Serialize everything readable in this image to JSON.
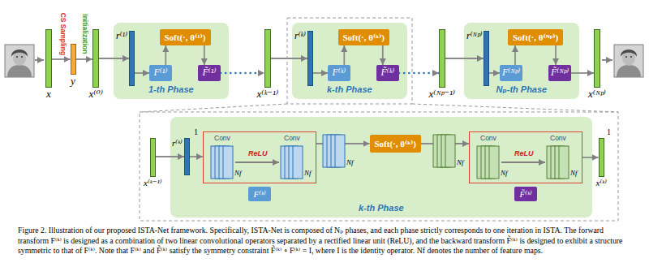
{
  "diagram": {
    "caption": "Figure 2. Illustration of our proposed ISTA-Net framework. Specifically, ISTA-Net is composed of Nₚ phases, and each phase strictly corresponds to one iteration in ISTA. The forward transform F⁽ᵏ⁾ is designed as a combination of two linear convolutional operators separated by a rectified linear unit (ReLU), and the backward transform F̃⁽ᵏ⁾ is designed to exhibit a structure symmetric to that of F⁽ᵏ⁾. Note that F⁽ᵏ⁾ and F̃⁽ᵏ⁾ satisfy the symmetry constraint F̃⁽ᵏ⁾ ∘ F⁽ᵏ⁾ = I, where I is the identity operator. Nf denotes the number of feature maps.",
    "nodes": [
      {
        "text": [
          "x"
        ]
      },
      {
        "text": [
          "y"
        ]
      },
      {
        "text": [
          "x⁽⁰⁾"
        ]
      },
      {
        "text": [
          "1-th Phase"
        ]
      },
      {
        "text": [
          "r⁽¹⁾"
        ],
        "in": 3
      },
      {
        "text": [
          "Soft(·, θ⁽¹⁾)"
        ],
        "in": 3
      },
      {
        "text": [
          "F⁽¹⁾"
        ],
        "in": 3
      },
      {
        "text": [
          "F̃⁽¹⁾"
        ],
        "in": 3
      },
      {
        "text": [
          "x⁽ᵏ⁻¹⁾"
        ]
      },
      {
        "text": [
          "k-th Phase"
        ]
      },
      {
        "text": [
          "r⁽ᵏ⁾"
        ],
        "in": 9
      },
      {
        "text": [
          "Soft(·, θ⁽ᵏ⁾)"
        ],
        "in": 9
      },
      {
        "text": [
          "F⁽ᵏ⁾"
        ],
        "in": 9
      },
      {
        "text": [
          "F̃⁽ᵏ⁾"
        ],
        "in": 9
      },
      {
        "text": [
          "x⁽ᴺᵖ⁻¹⁾"
        ]
      },
      {
        "text": [
          "Nₚ-th Phase"
        ]
      },
      {
        "text": [
          "r⁽ᴺᵖ⁾"
        ],
        "in": 15
      },
      {
        "text": [
          "Soft(·, θ⁽ᴺᵖ⁾)"
        ],
        "in": 15
      },
      {
        "text": [
          "F⁽ᴺᵖ⁾"
        ],
        "in": 15
      },
      {
        "text": [
          "F̃⁽ᴺᵖ⁾"
        ],
        "in": 15
      },
      {
        "text": [
          "x⁽ᴺᵖ⁾"
        ]
      },
      {
        "text": [
          "x⁽ᵏ⁻¹⁾"
        ]
      },
      {
        "text": [
          "k-th Phase"
        ]
      },
      {
        "text": [
          "r⁽ᵏ⁾"
        ],
        "in": 22
      },
      {
        "text": [
          "Conv",
          "ReLU",
          "Conv"
        ],
        "in": 22
      },
      {
        "text": [
          "F⁽ᵏ⁾"
        ],
        "in": 22
      },
      {
        "text": [
          "Soft(·, θ⁽ᵏ⁾)"
        ],
        "in": 22
      },
      {
        "text": [
          "Conv",
          "ReLU",
          "Conv"
        ],
        "in": 22
      },
      {
        "text": [
          "F̃⁽ᵏ⁾"
        ],
        "in": 22
      },
      {
        "text": [
          "x⁽ᵏ⁾"
        ]
      }
    ],
    "edges": [
      {
        "from": 0,
        "to": 1,
        "arrow": "to"
      },
      {
        "from": 1,
        "to": 2,
        "arrow": "to"
      },
      {
        "from": 2,
        "to": 4,
        "arrow": "to"
      },
      {
        "from": 4,
        "to": 6,
        "arrow": "to"
      },
      {
        "from": 6,
        "to": 5,
        "arrow": "to"
      },
      {
        "from": 5,
        "to": 7,
        "arrow": "to"
      },
      {
        "from": 7,
        "to": 8,
        "arrow": "to"
      },
      {
        "from": 8,
        "to": 10,
        "arrow": "to"
      },
      {
        "from": 10,
        "to": 12,
        "arrow": "to"
      },
      {
        "from": 12,
        "to": 11,
        "arrow": "to"
      },
      {
        "from": 11,
        "to": 13,
        "arrow": "to"
      },
      {
        "from": 13,
        "to": 14,
        "arrow": "to"
      },
      {
        "from": 14,
        "to": 16,
        "arrow": "to"
      },
      {
        "from": 16,
        "to": 18,
        "arrow": "to"
      },
      {
        "from": 18,
        "to": 17,
        "arrow": "to"
      },
      {
        "from": 17,
        "to": 19,
        "arrow": "to"
      },
      {
        "from": 19,
        "to": 20,
        "arrow": "to"
      },
      {
        "from": 21,
        "to": 23,
        "arrow": "to"
      },
      {
        "from": 23,
        "to": 24,
        "arrow": "to"
      },
      {
        "from": 24,
        "to": 26,
        "arrow": "to"
      },
      {
        "from": 26,
        "to": 27,
        "arrow": "to"
      },
      {
        "from": 27,
        "to": 29,
        "arrow": "to"
      }
    ],
    "labels": [
      "CS Sampling",
      "Initialization",
      "1",
      "Nf",
      "Nf",
      "Nf",
      "Nf",
      "Nf",
      "Nf",
      "1"
    ]
  }
}
